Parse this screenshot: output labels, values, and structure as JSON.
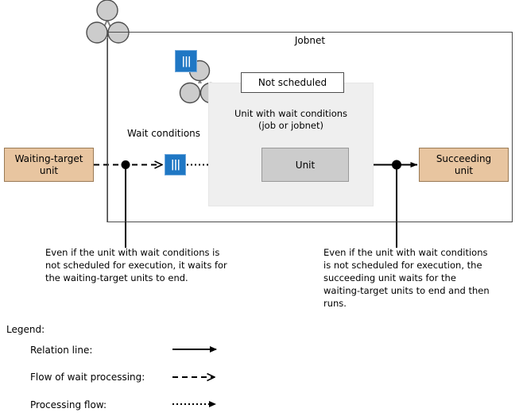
{
  "diagram": {
    "jobnet": {
      "label": "Jobnet"
    },
    "not_scheduled_label": "Not scheduled",
    "wait_unit_panel": {
      "caption_line1": "Unit with wait conditions",
      "caption_line2": "(job or jobnet)",
      "unit_label": "Unit"
    },
    "waiting_target_unit": {
      "label_line1": "Waiting-target",
      "label_line2": "unit"
    },
    "succeeding_unit": {
      "label_line1": "Succeeding",
      "label_line2": "unit"
    },
    "wait_conditions_label": "Wait conditions",
    "icons": {
      "jobnet_icon": "jobnet-icon",
      "wait_condition_icon": "wait-condition-icon",
      "wait_symbol": "|||"
    },
    "notes": {
      "left": "Even if the unit with wait conditions is not scheduled for execution, it waits for the waiting-target units to end.",
      "right": "Even if the unit with wait conditions is not scheduled for execution, the succeeding unit waits for the waiting-target units to end and then runs."
    }
  },
  "legend": {
    "title": "Legend:",
    "items": [
      {
        "label": "Relation line:",
        "line_style": "solid",
        "arrow": "filled"
      },
      {
        "label": "Flow of wait processing:",
        "line_style": "dashed",
        "arrow": "open"
      },
      {
        "label": "Processing flow:",
        "line_style": "dotted",
        "arrow": "filled"
      }
    ]
  },
  "colors": {
    "unit_box_fill": "#e8c5a0",
    "unit_box_border": "#9a7a55",
    "wait_icon_fill": "#1f77c4",
    "panel_fill": "#efefef",
    "inner_unit_fill": "#cccccc",
    "circle_fill": "#cccccc",
    "outline": "#4d4d4d"
  }
}
